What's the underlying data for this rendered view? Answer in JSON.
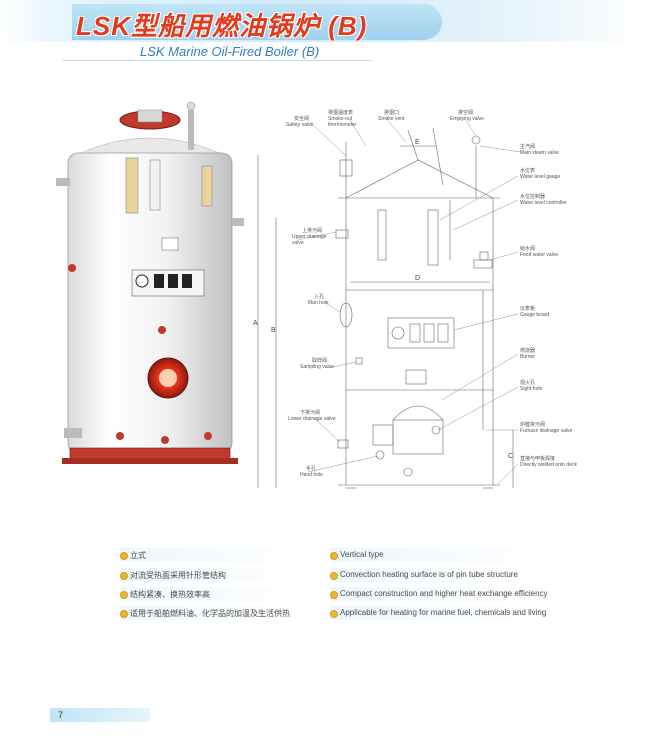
{
  "header": {
    "title_zh": "LSK型船用燃油锅炉 (B)",
    "title_en": "LSK Marine Oil-Fired Boiler (B)"
  },
  "drawing_labels": {
    "safety_valve_zh": "安全阀",
    "safety_valve_en": "Safety valve",
    "smoke_thermo_zh": "排烟温度表",
    "smoke_thermo_en": "Smoke-out thermometer",
    "smoke_vent_zh": "排烟口",
    "smoke_vent_en": "Smoke vent",
    "empty_valve_zh": "排空阀",
    "empty_valve_en": "Emptying valve",
    "main_steam_zh": "主汽阀",
    "main_steam_en": "Main steam valve",
    "level_gauge_zh": "水位表",
    "level_gauge_en": "Water level gauge",
    "level_ctrl_zh": "水位控制器",
    "level_ctrl_en": "Water level controller",
    "upper_drain_zh": "上排污阀",
    "upper_drain_en": "Upper drainage valve",
    "feed_valve_zh": "给水阀",
    "feed_valve_en": "Feed water valve",
    "manhole_zh": "入孔",
    "manhole_en": "Man hole",
    "gauge_board_zh": "仪表板",
    "gauge_board_en": "Gauge board",
    "sampling_zh": "取样阀",
    "sampling_en": "Sampling valve",
    "burner_zh": "燃烧器",
    "burner_en": "Burner",
    "sight_zh": "观火孔",
    "sight_en": "Sight hole",
    "lower_drain_zh": "下排污阀",
    "lower_drain_en": "Lower drainage valve",
    "furnace_drain_zh": "炉膛排污阀",
    "furnace_drain_en": "Furnace drainage valve",
    "handhole_zh": "手孔",
    "handhole_en": "Hand hole",
    "welded_zh": "直接与甲板焊接",
    "welded_en": "Directly welded onto deck",
    "dim_a": "A",
    "dim_b": "B",
    "dim_c": "C",
    "dim_d": "D",
    "dim_e": "E"
  },
  "features": [
    {
      "zh": "立式",
      "en": "Vertical type"
    },
    {
      "zh": "对流受热面采用针形管结构",
      "en": "Convection heating surface is of pin tube structure"
    },
    {
      "zh": "结构紧凑、换热效率高",
      "en": "Compact construction and higher heat exchange efficiency"
    },
    {
      "zh": "适用于船舶燃料油、化学品的加温及生活供热",
      "en": "Applicable for heating for marine fuel, chemicals and living"
    }
  ],
  "page_number": "7",
  "colors": {
    "accent_red": "#e23a1a",
    "accent_blue": "#2d7fc1",
    "bullet": "#f0b429"
  }
}
